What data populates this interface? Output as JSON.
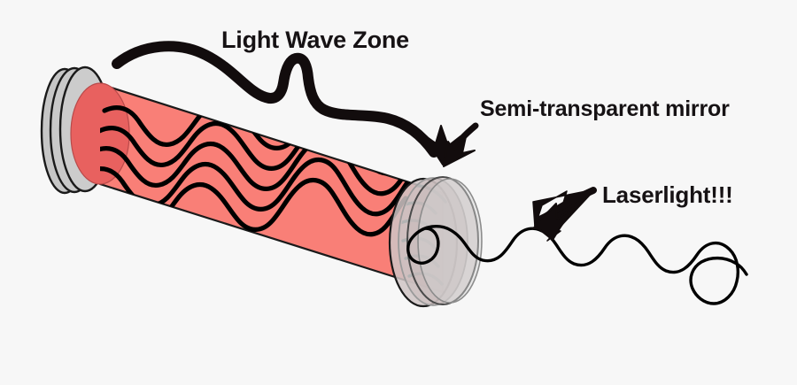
{
  "diagram": {
    "title": "Laser cavity diagram",
    "background_color": "#f7f7f7"
  },
  "labels": {
    "light_wave_zone": "Light Wave Zone",
    "semi_transparent_mirror": "Semi-transparent mirror",
    "laserlight": "Laserlight!!!"
  },
  "colors": {
    "background": "#f7f7f7",
    "cylinder_body": "#f97f77",
    "cylinder_face": "#e8615f",
    "mirror_gray": "#c6c6c6",
    "mirror_gray_light": "#d4d4d4",
    "mirror_translucent": "#c9bcbc",
    "outline": "#1a1a1a",
    "wave_stroke": "#000000",
    "faded_wave": "#b3b3b3",
    "text": "#161214"
  },
  "parts": {
    "back_mirror": "opaque-mirror-disc",
    "front_mirror": "semi-transparent-mirror-disc",
    "cavity": "laser-cavity-cylinder",
    "standing_waves": "light-wave-lines",
    "emitted_beam": "laser-beam-wave",
    "pointer_light_wave_zone": "curved-brush-arrow",
    "pointer_mirror": "mirror-arrow",
    "pointer_laserlight": "laserlight-arrow"
  },
  "counts": {
    "standing_wave_lines": 5,
    "back_mirror_layers": 3,
    "front_mirror_layers": 3,
    "faded_waves_in_mirror": 5
  }
}
